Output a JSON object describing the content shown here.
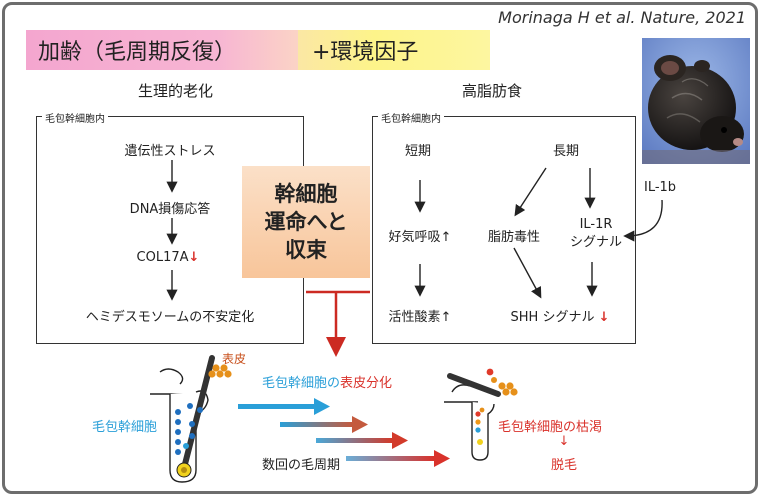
{
  "citation": "Morinaga H et al. Nature, 2021",
  "banners": {
    "aging": "加齢（毛周期反復）",
    "environment": "+環境因子"
  },
  "columns": {
    "left_title": "生理的老化",
    "right_title": "高脂肪食",
    "box_tag": "毛包幹細胞内"
  },
  "left_chain": {
    "step1": "遺伝性ストレス",
    "step2": "DNA損傷応答",
    "step3": "COL17A",
    "step3_arrow": "↓",
    "step4": "ヘミデスモソームの不安定化"
  },
  "convergence": {
    "line1": "幹細胞",
    "line2": "運命へと",
    "line3": "収束"
  },
  "right_chain": {
    "short_term": "短期",
    "long_term": "長期",
    "aerobic": "好気呼吸↑",
    "reactive": "活性酸素↑",
    "lipotoxicity": "脂肪毒性",
    "il1r_line1": "IL-1R",
    "il1r_line2": "シグナル",
    "shh_text": "SHH シグナル",
    "shh_arrow": "↓",
    "il1b": "IL-1b"
  },
  "bottom": {
    "epidermis": "表皮",
    "differentiation_a": "毛包幹細胞の",
    "differentiation_b": "表皮分化",
    "stem_cell": "毛包幹細胞",
    "cycles": "数回の毛周期",
    "depletion": "毛包幹細胞の枯渇",
    "down_arrow": "↓",
    "hair_loss": "脱毛"
  },
  "colors": {
    "blue": "#2a9fd8",
    "red": "#d9322b",
    "pink_banner": "#f4a6cf",
    "yellow_banner": "#fdf48a",
    "orange_box": "#f8c59a"
  },
  "icons": [
    "mouse-photo",
    "hair-follicle-illustration",
    "epidermis-cells-icon"
  ]
}
